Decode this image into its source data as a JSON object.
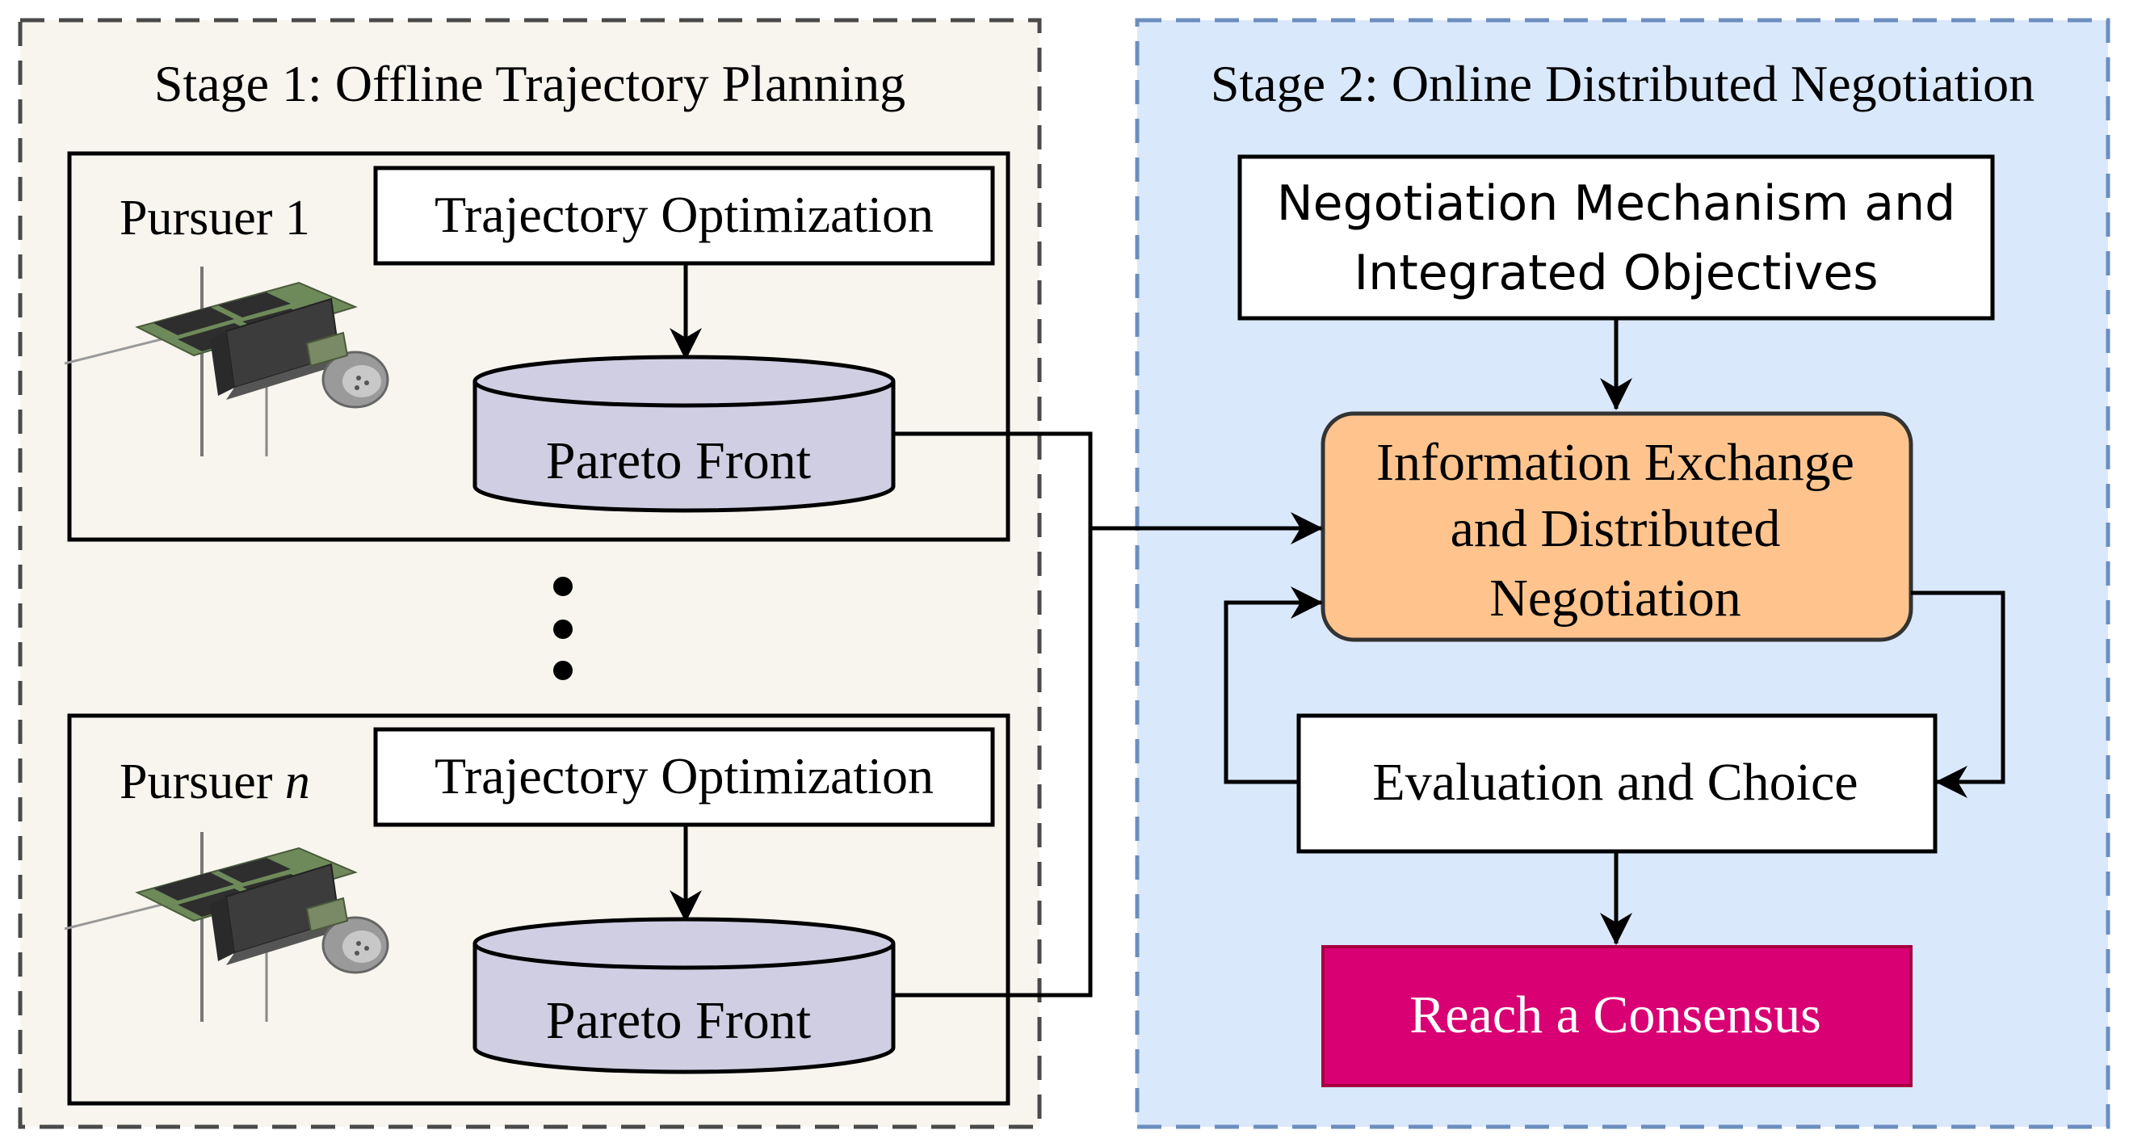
{
  "stage1": {
    "title": "Stage 1: Offline Trajectory Planning",
    "pursuers": [
      {
        "label": "Pursuer 1",
        "label_prefix": "Pursuer ",
        "label_index": "1",
        "optimization": "Trajectory Optimization",
        "front": "Pareto Front"
      },
      {
        "label": "Pursuer n",
        "label_prefix": "Pursuer ",
        "label_index": "n",
        "optimization": "Trajectory Optimization",
        "front": "Pareto Front"
      }
    ]
  },
  "stage2": {
    "title": "Stage 2: Online Distributed Negotiation",
    "mechanism": [
      "Negotiation Mechanism and",
      "Integrated Objectives"
    ],
    "exchange": [
      "Information Exchange",
      "and Distributed",
      "Negotiation"
    ],
    "evaluation": "Evaluation and Choice",
    "consensus": "Reach a Consensus"
  },
  "colors": {
    "stage1_bg": "#f7f5ee",
    "stage1_border": "#4a4a4a",
    "stage2_bg": "#dae8fc",
    "stage2_border": "#6c8ebf",
    "pareto_fill": "#d0cee2",
    "exchange_fill": "#ffc48e",
    "consensus_fill": "#d80073",
    "consensus_text": "#ffffff"
  }
}
